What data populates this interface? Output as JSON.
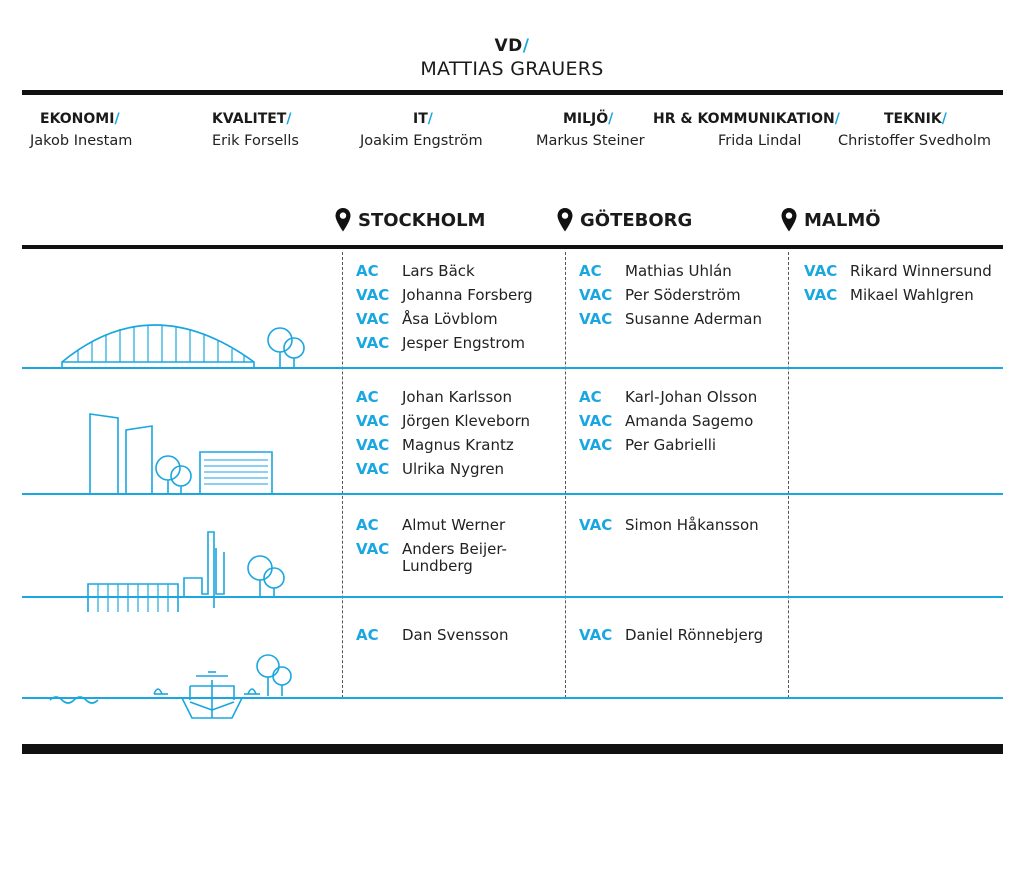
{
  "ceo": {
    "title": "VD",
    "name": "MATTIAS GRAUERS"
  },
  "slash": "/",
  "departments": [
    {
      "title": "EKONOMI",
      "name": "Jakob Inestam"
    },
    {
      "title": "KVALITET",
      "name": "Erik Forsells"
    },
    {
      "title": "IT",
      "name": "Joakim Engström"
    },
    {
      "title": "MILJÖ",
      "name": "Markus Steiner"
    },
    {
      "title": "HR & KOMMUNIKATION",
      "name": "Frida Lindal"
    },
    {
      "title": "TEKNIK",
      "name": "Christoffer Svedholm"
    }
  ],
  "cities": [
    "STOCKHOLM",
    "GÖTEBORG",
    "MALMÖ"
  ],
  "rows": [
    {
      "stockholm": [
        {
          "role": "AC",
          "name": "Lars Bäck"
        },
        {
          "role": "VAC",
          "name": "Johanna Forsberg"
        },
        {
          "role": "VAC",
          "name": "Åsa Lövblom"
        },
        {
          "role": "VAC",
          "name": "Jesper Engstrom"
        }
      ],
      "goteborg": [
        {
          "role": "AC",
          "name": "Mathias Uhlán"
        },
        {
          "role": "VAC",
          "name": "Per Söderström"
        },
        {
          "role": "VAC",
          "name": "Susanne Aderman"
        }
      ],
      "malmo": [
        {
          "role": "VAC",
          "name": "Rikard Winnersund"
        },
        {
          "role": "VAC",
          "name": "Mikael Wahlgren"
        }
      ]
    },
    {
      "stockholm": [
        {
          "role": "AC",
          "name": "Johan Karlsson"
        },
        {
          "role": "VAC",
          "name": "Jörgen Kleveborn"
        },
        {
          "role": "VAC",
          "name": "Magnus Krantz"
        },
        {
          "role": "VAC",
          "name": "Ulrika Nygren"
        }
      ],
      "goteborg": [
        {
          "role": "AC",
          "name": "Karl-Johan Olsson"
        },
        {
          "role": "VAC",
          "name": "Amanda Sagemo"
        },
        {
          "role": "VAC",
          "name": "Per Gabrielli"
        }
      ]
    },
    {
      "stockholm": [
        {
          "role": "AC",
          "name": "Almut Werner"
        },
        {
          "role": "VAC",
          "name": "Anders Beijer-Lundberg"
        }
      ],
      "goteborg": [
        {
          "role": "VAC",
          "name": "Simon Håkansson"
        }
      ]
    },
    {
      "stockholm": [
        {
          "role": "AC",
          "name": "Dan Svensson"
        }
      ],
      "goteborg": [
        {
          "role": "VAC",
          "name": "Daniel Rönnebjerg"
        }
      ]
    }
  ],
  "colors": {
    "accent": "#1aa6e0",
    "text": "#1a1a1a",
    "rule": "#111111"
  },
  "icons": {
    "city_marker": "map-pin-icon"
  }
}
